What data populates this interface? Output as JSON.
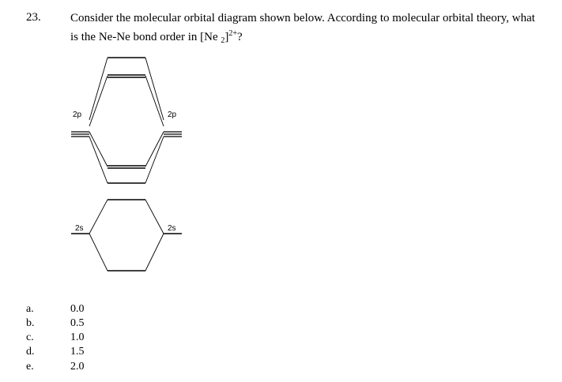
{
  "question": {
    "number": "23.",
    "text_before": "Consider the molecular orbital diagram shown below.  According to molecular orbital theory, what is the Ne-Ne bond order in [Ne",
    "subscript": "2",
    "after_sub": "]",
    "superscript": "2+",
    "text_after": "?"
  },
  "diagram": {
    "left_2p_label": "2p",
    "right_2p_label": "2p",
    "left_2s_label": "2s",
    "right_2s_label": "2s"
  },
  "choices": [
    {
      "letter": "a.",
      "value": "0.0"
    },
    {
      "letter": "b.",
      "value": "0.5"
    },
    {
      "letter": "c.",
      "value": "1.0"
    },
    {
      "letter": "d.",
      "value": "1.5"
    },
    {
      "letter": "e.",
      "value": "2.0"
    }
  ]
}
